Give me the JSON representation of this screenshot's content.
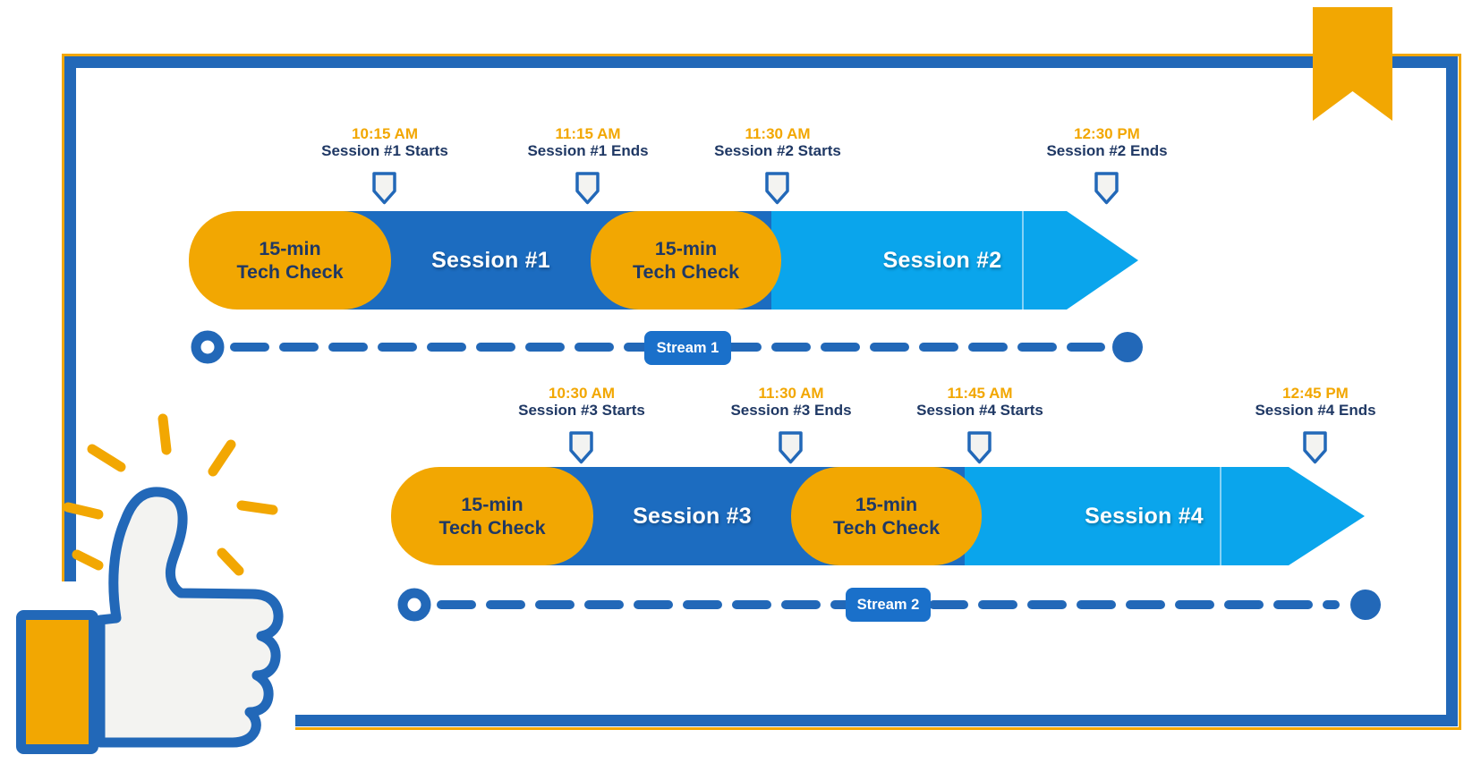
{
  "colors": {
    "background": "#FFFFFF",
    "frame_blue": "#2268B8",
    "bar_dark": "#1C6CC0",
    "bar_light": "#0AA5EC",
    "orange": "#F2A702",
    "navy": "#1F3864",
    "shield_fill": "#F3F3F1",
    "stream_label_blue": "#1A70CA",
    "hand_fill": "#F3F3F1"
  },
  "decorations": {
    "bookmark_icon": "bookmark-ribbon",
    "thumbs_up_icon": "thumbs-up"
  },
  "streams": [
    {
      "label": "Stream 1",
      "segments": [
        {
          "kind": "tech-check",
          "line1": "15-min",
          "line2": "Tech Check"
        },
        {
          "kind": "session",
          "label": "Session #1"
        },
        {
          "kind": "tech-check",
          "line1": "15-min",
          "line2": "Tech Check"
        },
        {
          "kind": "session",
          "label": "Session #2"
        }
      ],
      "markers": [
        {
          "time": "10:15 AM",
          "event": "Session #1 Starts"
        },
        {
          "time": "11:15 AM",
          "event": "Session #1 Ends"
        },
        {
          "time": "11:30 AM",
          "event": "Session #2 Starts"
        },
        {
          "time": "12:30 PM",
          "event": "Session #2 Ends"
        }
      ]
    },
    {
      "label": "Stream 2",
      "segments": [
        {
          "kind": "tech-check",
          "line1": "15-min",
          "line2": "Tech Check"
        },
        {
          "kind": "session",
          "label": "Session #3"
        },
        {
          "kind": "tech-check",
          "line1": "15-min",
          "line2": "Tech Check"
        },
        {
          "kind": "session",
          "label": "Session #4"
        }
      ],
      "markers": [
        {
          "time": "10:30 AM",
          "event": "Session #3 Starts"
        },
        {
          "time": "11:30 AM",
          "event": "Session #3 Ends"
        },
        {
          "time": "11:45 AM",
          "event": "Session #4 Starts"
        },
        {
          "time": "12:45 PM",
          "event": "Session #4 Ends"
        }
      ]
    }
  ]
}
